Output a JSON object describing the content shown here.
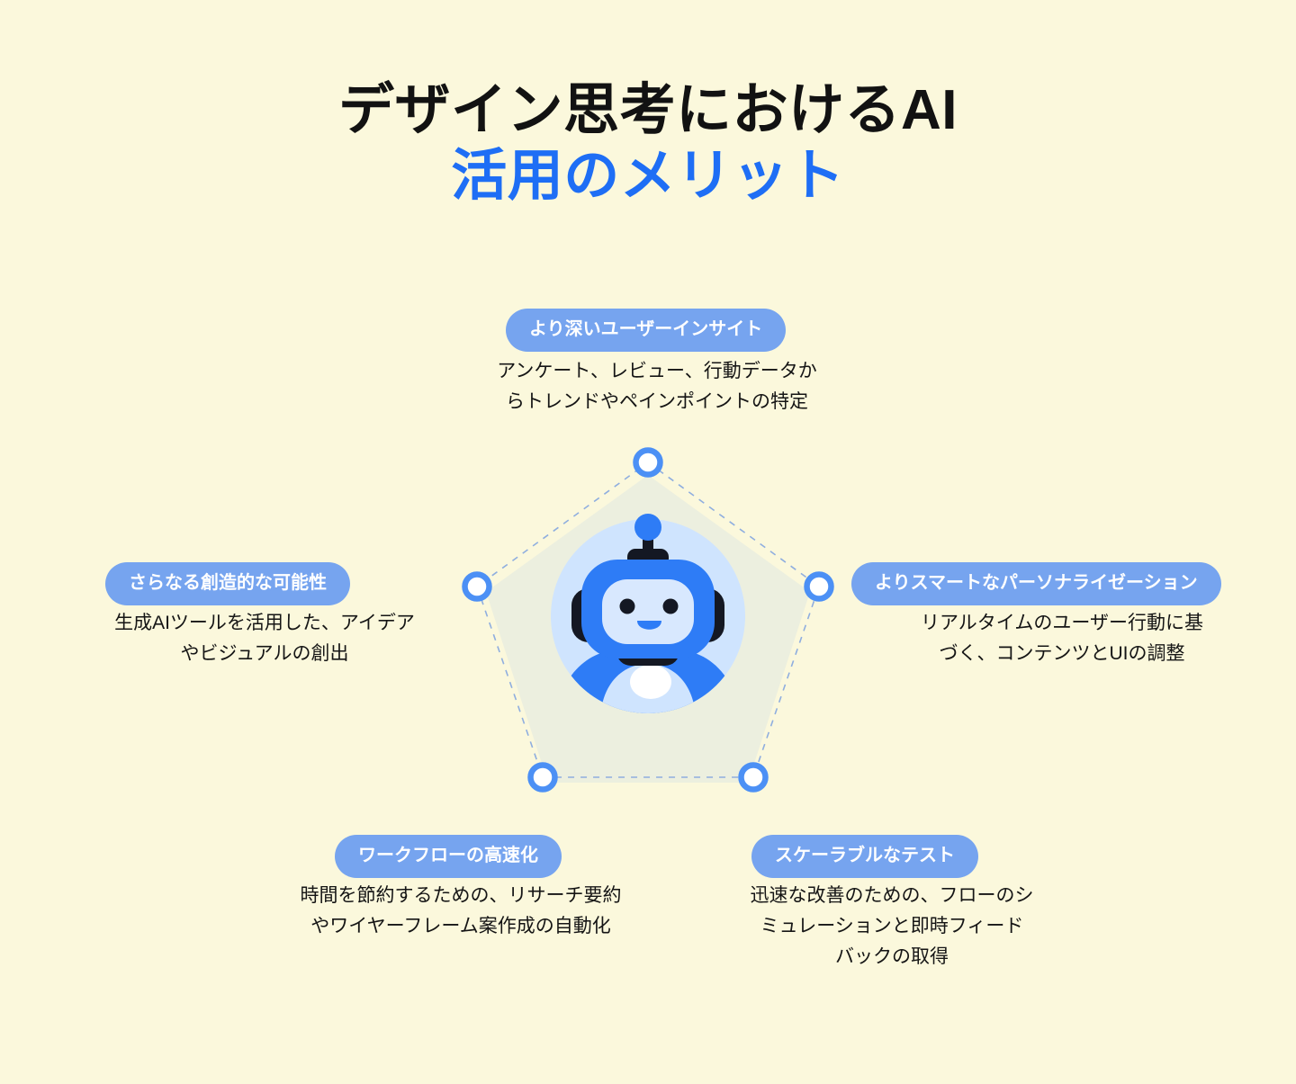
{
  "background_color": "#FBF8DC",
  "accent_blue": "#1E6EF5",
  "pill_blue": "#76A4EF",
  "title": {
    "line1": "デザイン思考におけるAI",
    "line2": "活用のメリット"
  },
  "diagram": {
    "center_icon": "robot-mascot-icon",
    "shape": "pentagon",
    "node_count": 5,
    "node_color": "#4C90F5",
    "node_fill": "#FFFFFF",
    "edge_style": "dashed",
    "edge_color": "#8FAEDF",
    "pentagon_fill": "#ECEFDF"
  },
  "benefits": [
    {
      "id": "deeper-user-insight",
      "position": "top",
      "label": "より深いユーザーインサイト",
      "description": "アンケート、レビュー、行動データか\nらトレンドやペインポイントの特定"
    },
    {
      "id": "more-creative-possibilities",
      "position": "left",
      "label": "さらなる創造的な可能性",
      "description": "生成AIツールを活用した、アイデア\nやビジュアルの創出"
    },
    {
      "id": "smarter-personalization",
      "position": "right",
      "label": "よりスマートなパーソナライゼーション",
      "description": "リアルタイムのユーザー行動に基\nづく、コンテンツとUIの調整"
    },
    {
      "id": "faster-workflow",
      "position": "bottom-left",
      "label": "ワークフローの高速化",
      "description": "時間を節約するための、リサーチ要約\nやワイヤーフレーム案作成の自動化"
    },
    {
      "id": "scalable-testing",
      "position": "bottom-right",
      "label": "スケーラブルなテスト",
      "description": "迅速な改善のための、フローのシ\nミュレーションと即時フィード\nバックの取得"
    }
  ]
}
